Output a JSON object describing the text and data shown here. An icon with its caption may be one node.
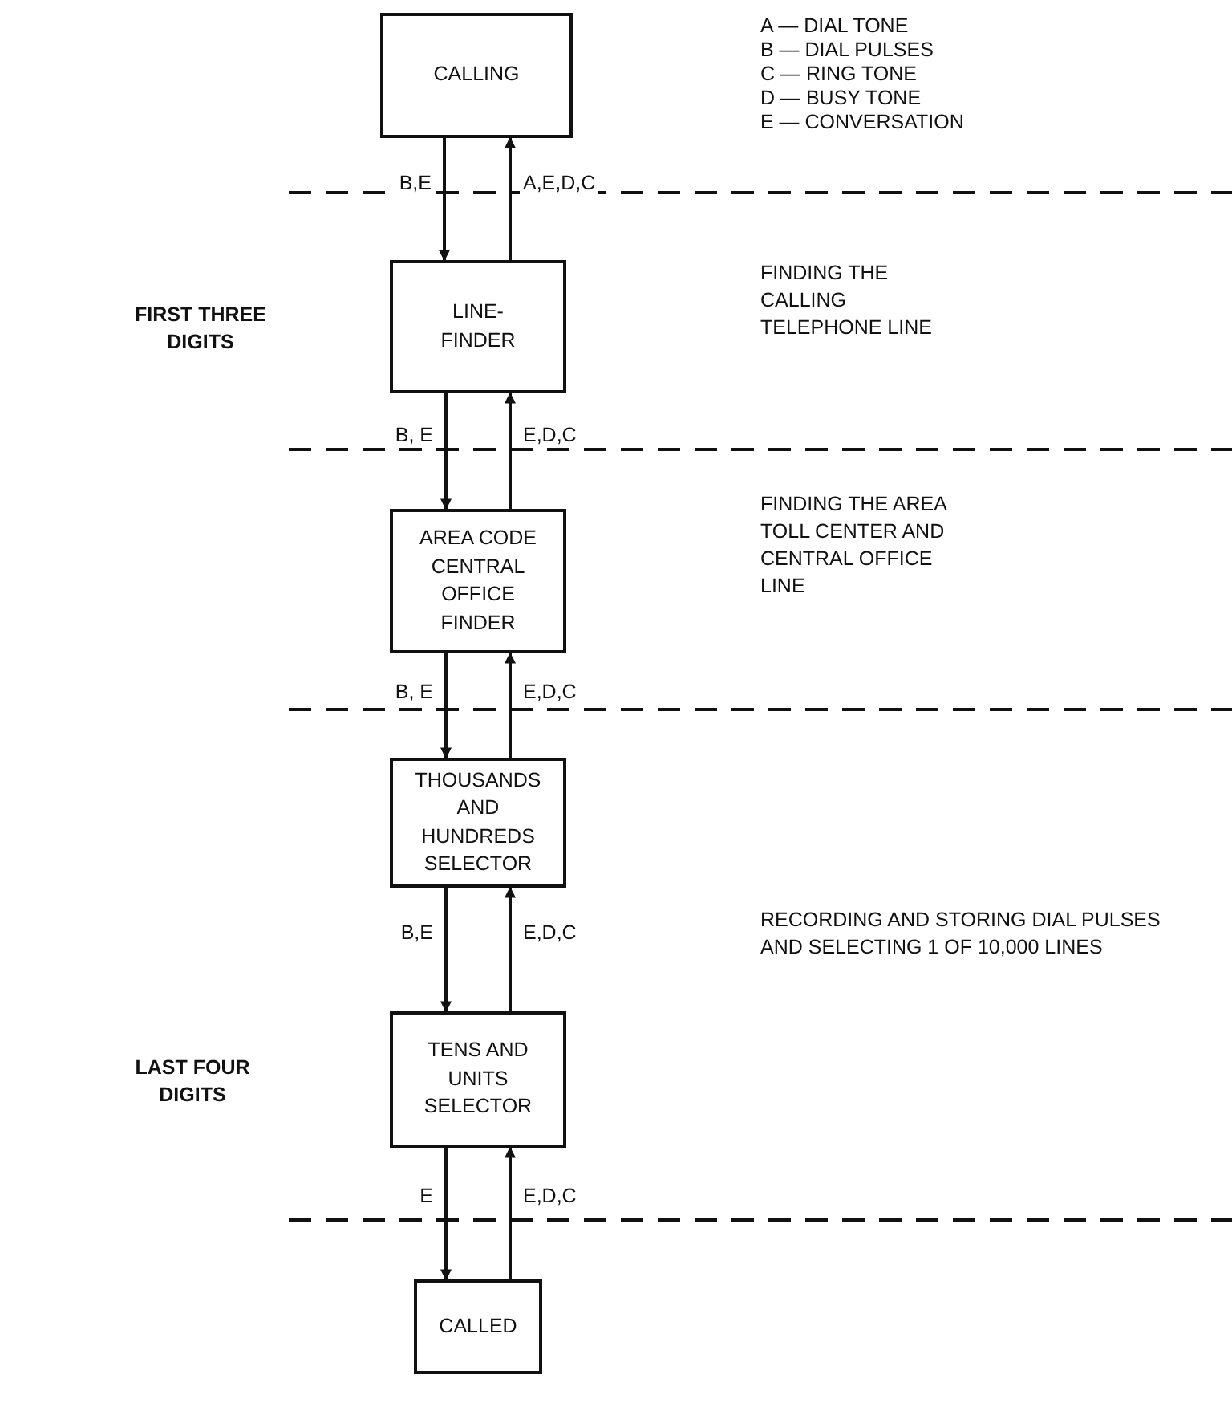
{
  "diagram": {
    "nodes": [
      {
        "text": [
          "CALLING"
        ]
      },
      {
        "text": [
          "LINE- FINDER"
        ]
      },
      {
        "text": [
          "AREA CODE CENTRAL OFFICE FINDER"
        ]
      },
      {
        "text": [
          "THOUSANDS AND HUNDREDS SELECTOR"
        ]
      },
      {
        "text": [
          "TENS AND UNITS SELECTOR"
        ]
      },
      {
        "text": [
          "CALLED"
        ]
      }
    ],
    "edges": [
      {
        "from": 0,
        "to": 1,
        "arrow": "to",
        "label": "B,E"
      },
      {
        "from": 1,
        "to": 0,
        "arrow": "to",
        "label": "A,E,D,C"
      },
      {
        "from": 1,
        "to": 2,
        "arrow": "to",
        "label": "B, E"
      },
      {
        "from": 2,
        "to": 1,
        "arrow": "to",
        "label": "E,D,C"
      },
      {
        "from": 2,
        "to": 3,
        "arrow": "to",
        "label": "B, E"
      },
      {
        "from": 3,
        "to": 2,
        "arrow": "to",
        "label": "E,D,C"
      },
      {
        "from": 3,
        "to": 4,
        "arrow": "to",
        "label": "B,E"
      },
      {
        "from": 4,
        "to": 3,
        "arrow": "to",
        "label": "E,D,C"
      },
      {
        "from": 4,
        "to": 5,
        "arrow": "to",
        "label": "E"
      },
      {
        "from": 5,
        "to": 4,
        "arrow": "to",
        "label": "E,D,C"
      }
    ],
    "labels": [
      "A — DIAL TONE",
      "B — DIAL PULSES",
      "C — RING TONE",
      "D — BUSY TONE",
      "E — CONVERSATION",
      "FIRST THREE DIGITS",
      "FINDING THE CALLING TELEPHONE LINE",
      "FINDING THE AREA TOLL CENTER AND CENTRAL OFFICE LINE",
      "RECORDING AND STORING DIAL PULSES AND SELECTING 1 OF 10,000 LINES",
      "LAST FOUR DIGITS"
    ]
  }
}
